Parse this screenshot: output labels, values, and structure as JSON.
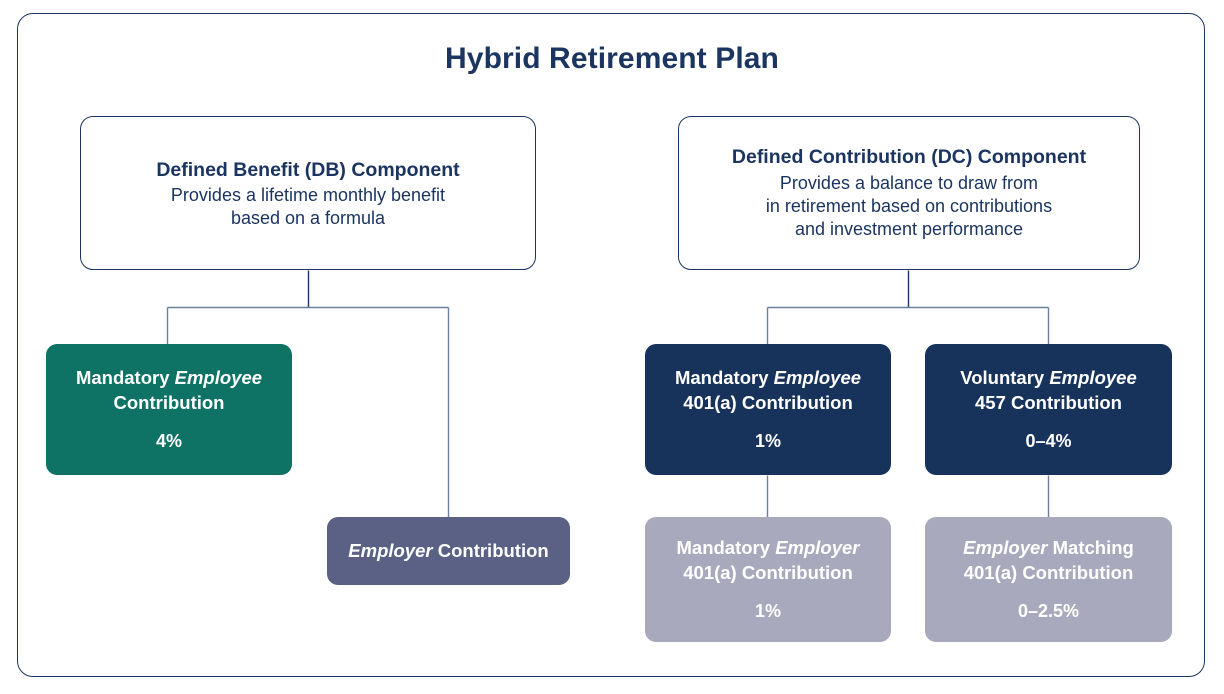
{
  "diagram": {
    "title": "Hybrid Retirement Plan",
    "db": {
      "heading": "Defined Benefit (DB) Component",
      "sub_line1": "Provides a lifetime monthly benefit",
      "sub_line2": "based on a formula",
      "employee": {
        "line1_prefix": "Mandatory ",
        "line1_em": "Employee",
        "line2": "Contribution",
        "percent": "4%",
        "color": "#0e7264"
      },
      "employer": {
        "line1_em": "Employer",
        "line1_suffix": " Contribution",
        "color": "#5a6185"
      }
    },
    "dc": {
      "heading": "Defined Contribution (DC) Component",
      "sub_line1": "Provides a balance to draw from",
      "sub_line2": "in retirement based on contributions",
      "sub_line3": "and investment performance",
      "employee_401a": {
        "line1_prefix": "Mandatory ",
        "line1_em": "Employee",
        "line2": "401(a) Contribution",
        "percent": "1%",
        "color": "#17335c"
      },
      "employee_457": {
        "line1_prefix": "Voluntary ",
        "line1_em": "Employee",
        "line2": "457 Contribution",
        "percent": "0–4%",
        "color": "#17335c"
      },
      "employer_401a": {
        "line1_prefix": "Mandatory ",
        "line1_em": "Employer",
        "line2": "401(a) Contribution",
        "percent": "1%",
        "color": "#a8a9bd"
      },
      "employer_match": {
        "line1_em": "Employer",
        "line1_suffix": " Matching",
        "line2": "401(a) Contribution",
        "percent": "0–2.5%",
        "color": "#a8a9bd"
      }
    },
    "colors": {
      "frame_border": "#1b3560",
      "title_text": "#1b3560",
      "connector_dark": "#1b3560",
      "connector_light": "#6f7f9e",
      "background": "#ffffff"
    }
  }
}
